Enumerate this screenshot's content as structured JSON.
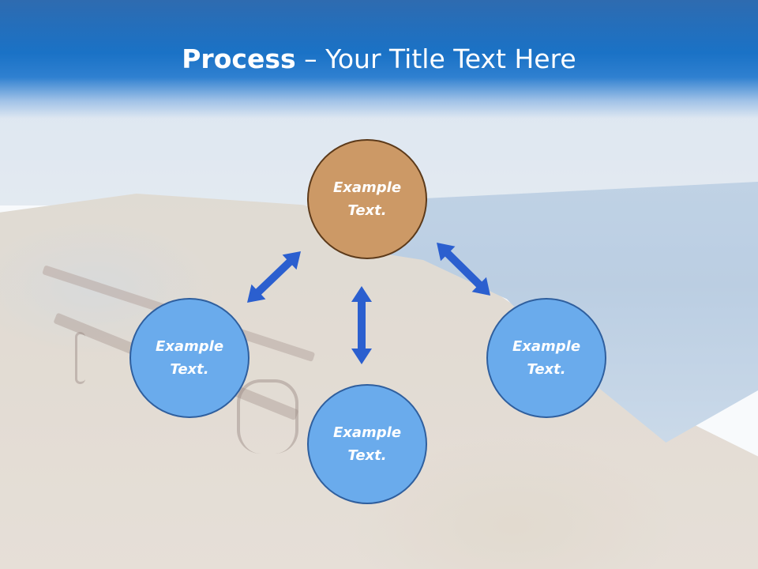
{
  "slide": {
    "title_bold": "Process",
    "title_rest": " – Your Title Text Here"
  },
  "diagram": {
    "nodes": [
      {
        "id": "top",
        "label": "Example\nText.",
        "color": "#cc9966"
      },
      {
        "id": "left",
        "label": "Example\nText.",
        "color": "#6aabec"
      },
      {
        "id": "right",
        "label": "Example\nText.",
        "color": "#6aabec"
      },
      {
        "id": "bottom",
        "label": "Example\nText.",
        "color": "#6aabec"
      }
    ],
    "arrows": [
      {
        "from": "top",
        "to": "left",
        "type": "double-headed"
      },
      {
        "from": "top",
        "to": "right",
        "type": "double-headed"
      },
      {
        "from": "top",
        "to": "bottom",
        "type": "double-headed"
      }
    ],
    "arrow_color": "#2b5fcf"
  }
}
